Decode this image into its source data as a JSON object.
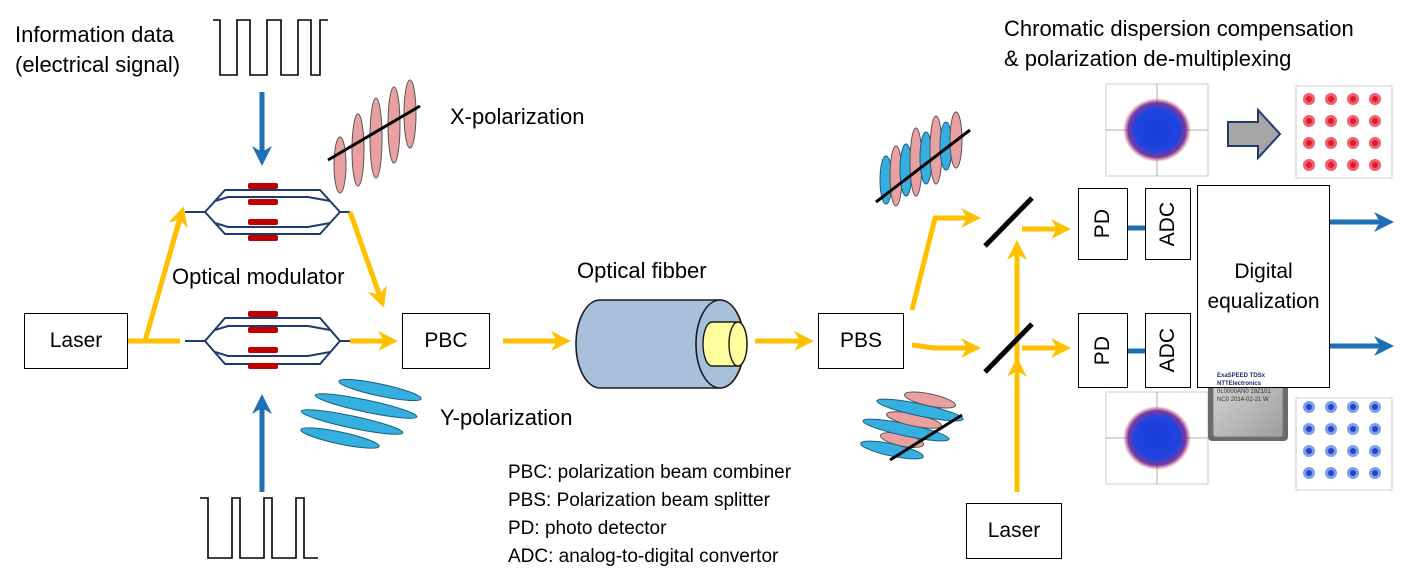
{
  "labels": {
    "info_line1": "Information data",
    "info_line2": "(electrical signal)",
    "x_polarization": "X-polarization",
    "y_polarization": "Y-polarization",
    "optical_modulator": "Optical modulator",
    "optical_fiber": "Optical fibber",
    "dsp_title_line1": "Chromatic dispersion compensation",
    "dsp_title_line2": "& polarization de-multiplexing"
  },
  "boxes": {
    "laser_tx": "Laser",
    "pbc": "PBC",
    "pbs": "PBS",
    "pd": "PD",
    "adc": "ADC",
    "laser_rx": "Laser",
    "digital_eq_line1": "Digital",
    "digital_eq_line2": "equalization"
  },
  "legend": [
    "PBC: polarization beam combiner",
    "PBS: Polarization beam splitter",
    "PD: photo detector",
    "ADC: analog-to-digital convertor"
  ],
  "chip": {
    "brand": "ExaSPEED TDSx",
    "maker": "NTTElectronics",
    "detail": "0L0000AN0  19Z101 NC0  2014-02-21 W"
  },
  "colors": {
    "optical_arrow": "#FFC000",
    "electrical_arrow": "#1F6FB5",
    "x_wave": "#E9A0A0",
    "y_wave": "#35AEE0",
    "modulator_line": "#1F3A6E",
    "modulator_electrode": "#C00000"
  }
}
